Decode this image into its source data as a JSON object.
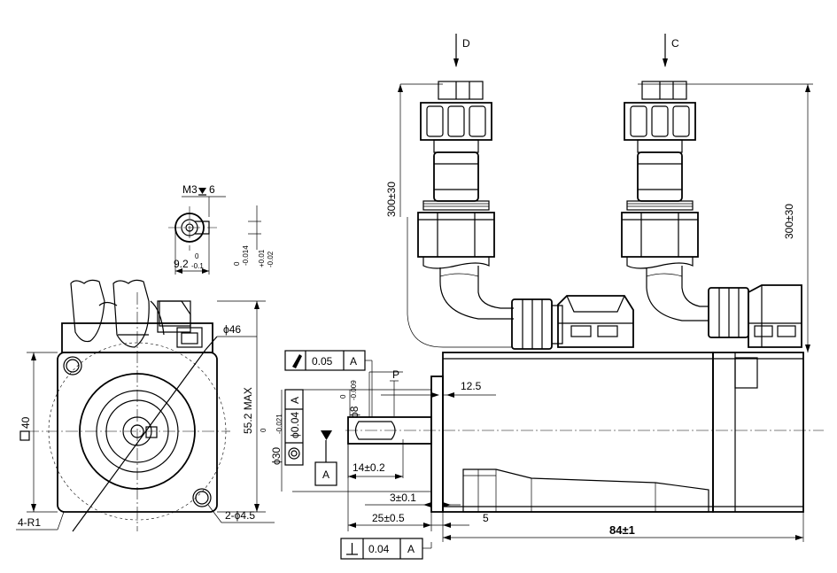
{
  "section_marks": {
    "d": "D",
    "c": "C"
  },
  "cable_length": {
    "left": "300±30",
    "right": "300±30"
  },
  "thread_note": "M3",
  "thread_depth": "6",
  "key_height": {
    "base": "9.2",
    "upper": "0",
    "lower": "-0.1"
  },
  "key_tol_left": {
    "upper": "0",
    "lower": "-0.014"
  },
  "key_tol_right": {
    "upper": "+0.01",
    "lower": "-0.02"
  },
  "front_view": {
    "pcd": "ϕ46",
    "height_max": "55.2 MAX",
    "square": "40",
    "corner_radius": "4-R1",
    "holes": "2-ϕ4.5"
  },
  "side_view": {
    "shaft_dia": {
      "base": "ϕ8",
      "upper": "0",
      "lower": "-0.009"
    },
    "pilot_dia": {
      "base": "ϕ30",
      "upper": "0",
      "lower": "-0.021"
    },
    "p_mark": "P",
    "dim_12_5": "12.5",
    "dim_14": "14±0.2",
    "dim_3": "3±0.1",
    "dim_25": "25±0.5",
    "dim_5": "5",
    "dim_84": "84±1",
    "datum": "A"
  },
  "gdt_runout": {
    "value": "0.05",
    "datum": "A"
  },
  "gdt_concentric": {
    "value": "ϕ0.04",
    "datum": "A"
  },
  "gdt_perp": {
    "value": "0.04",
    "datum": "A"
  }
}
